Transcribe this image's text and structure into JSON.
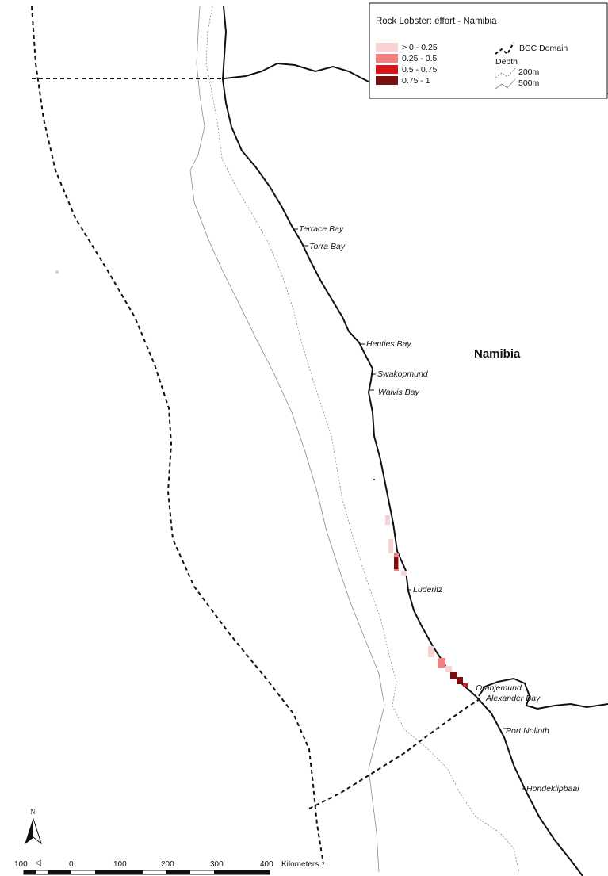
{
  "legend": {
    "title": "Rock Lobster: effort - Namibia",
    "classes": [
      {
        "label": "> 0 - 0.25",
        "color": "#f9d3d3"
      },
      {
        "label": "0.25 - 0.5",
        "color": "#f28080"
      },
      {
        "label": "0.5 - 0.75",
        "color": "#d9151b"
      },
      {
        "label": "0.75 - 1",
        "color": "#7a0f12"
      }
    ],
    "bcc_label": "BCC Domain",
    "depth_title": "Depth",
    "depth_200": "200m",
    "depth_500": "500m"
  },
  "country_label": "Namibia",
  "towns": {
    "terrace_bay": "Terrace Bay",
    "torra_bay": "Torra Bay",
    "henties_bay": "Henties Bay",
    "swakopmund": "Swakopmund",
    "walvis_bay": "Walvis Bay",
    "luderitz": "Lüderitz",
    "oranjemund": "Oranjemund",
    "alexander_bay": "Alexander Bay",
    "port_nolloth": "Port Nolloth",
    "hondeklipbaai": "Hondeklipbaai"
  },
  "north_arrow": {
    "label": "N"
  },
  "scale_bar": {
    "ticks": [
      "100",
      "0",
      "100",
      "200",
      "300",
      "400"
    ],
    "unit": "Kilometers"
  },
  "colors": {
    "coast": "#111111",
    "depth_line": "#8a8a8a",
    "effort_low": "#f9d3d3",
    "effort_mid_low": "#f28080",
    "effort_mid_high": "#d9151b",
    "effort_high": "#7a0f12"
  }
}
